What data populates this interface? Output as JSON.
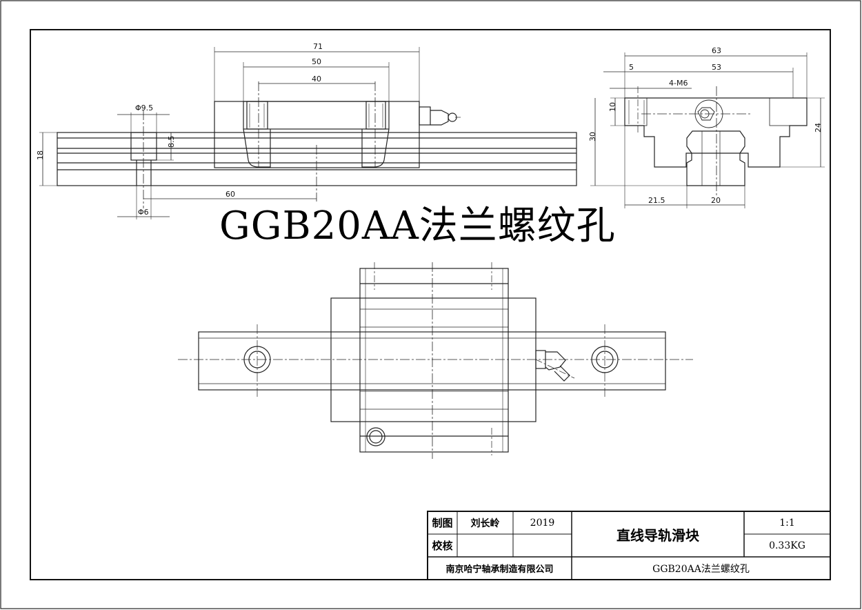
{
  "drawing": {
    "title": "GGB20AA法兰螺纹孔",
    "dimensions": {
      "side_view": {
        "d71": "71",
        "d50": "50",
        "d40": "40",
        "d60": "60",
        "d18": "18",
        "d8_5": "8.5",
        "phi9_5": "Φ9.5",
        "phi6": "Φ6"
      },
      "end_view": {
        "d63": "63",
        "d5": "5",
        "d53": "53",
        "d4m6": "4-M6",
        "d10": "10",
        "d30": "30",
        "d24": "24",
        "d21_5": "21.5",
        "d20": "20"
      }
    }
  },
  "title_block": {
    "drawn_label": "制图",
    "drawn_by": "刘长岭",
    "year": "2019",
    "check_label": "校核",
    "part_name": "直线导轨滑块",
    "scale": "1:1",
    "weight": "0.33KG",
    "company": "南京哈宁轴承制造有限公司",
    "part_number": "GGB20AA法兰螺纹孔"
  }
}
